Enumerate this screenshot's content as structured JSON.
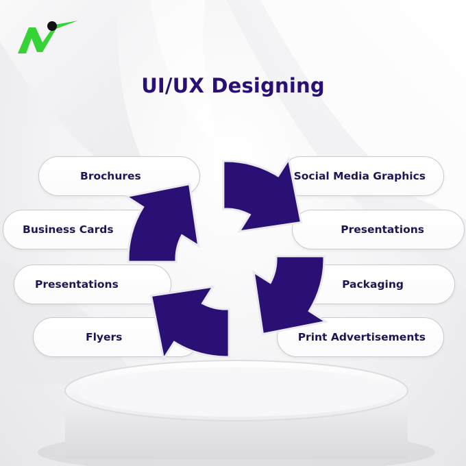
{
  "title": "UI/UX Designing",
  "colors": {
    "accent": "#2a0f74",
    "logo_green": "#35d335",
    "logo_black": "#111111",
    "text": "#1e1654"
  },
  "left_items": [
    {
      "label": "Brochures"
    },
    {
      "label": "Business Cards"
    },
    {
      "label": "Presentations"
    },
    {
      "label": "Flyers"
    }
  ],
  "right_items": [
    {
      "label": "Social Media Graphics"
    },
    {
      "label": "Presentations"
    },
    {
      "label": "Packaging"
    },
    {
      "label": "Print Advertisements"
    }
  ],
  "icons": {
    "logo": "brand-logo-icon",
    "cycle": "cycle-arrows-icon"
  }
}
